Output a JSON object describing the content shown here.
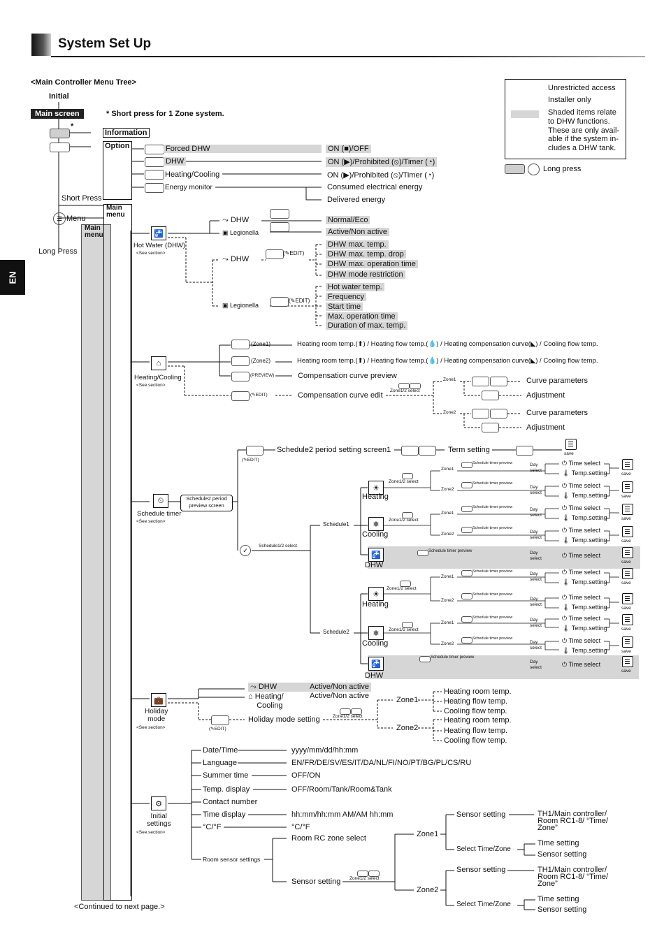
{
  "header": {
    "title": "System Set Up",
    "side_tab": "EN"
  },
  "menu_tree_title": "<Main  Controller Menu Tree>",
  "legend": {
    "unrestricted": "Unrestricted access",
    "installer": "Installer only",
    "shaded": [
      "Shaded items relate",
      "to DHW functions.",
      "These are only avail-",
      "able if the system in-",
      "cludes a DHW tank."
    ],
    "long_press": "Long   press"
  },
  "top": {
    "initial": "Initial",
    "main_screen": "Main screen",
    "short_press_note": "* Short press for 1 Zone system.",
    "star": "*",
    "information": "Information",
    "option": "Option",
    "short_press": "Short Press",
    "menu": "Menu",
    "long_press": "Long Press",
    "main_menu": "Main menu",
    "main_menu_l1": "Main",
    "main_menu_l2": "menu"
  },
  "option_items": [
    {
      "label": "Forced DHW",
      "result": "ON (■)/OFF"
    },
    {
      "label": "DHW",
      "result": "ON (▶)/Prohibited (⦸)/Timer (◔)"
    },
    {
      "label": "Heating/Cooling",
      "result": "ON (▶)/Prohibited (⦸)/Timer (◔)"
    },
    {
      "label": "Energy monitor",
      "result1": "Consumed electrical energy",
      "result2": "Delivered energy"
    }
  ],
  "hot_water": {
    "label": "Hot Water (DHW)",
    "see": "<See    section>",
    "dhw": "DHW",
    "legionella": "Legionella",
    "edit": "EDIT",
    "dhw_mode": "Normal/Eco",
    "leg_mode": "Active/Non active",
    "dhw_edit_items": [
      "DHW max. temp.",
      "DHW max. temp. drop",
      "DHW max. operation time",
      "DHW mode restriction"
    ],
    "leg_edit_items": [
      "Hot water temp.",
      "Frequency",
      "Start time",
      "Max. operation time",
      "Duration of max. temp."
    ]
  },
  "heating_cooling": {
    "label": "Heating/Cooling",
    "see": "<See    section>",
    "zone1": "(Zone1)",
    "zone2": "(Zone2)",
    "preview": "(PREVIEW)",
    "edit": "EDIT",
    "zone_line": "Heating room temp.(⬆) / Heating flow temp.(💧) / Heating compensation curve(◣) / Cooling flow temp.",
    "comp_preview": "Compensation curve preview",
    "comp_edit": "Compensation curve edit",
    "zone12_select": "Zone1/2 select",
    "z1": "Zone1",
    "z2": "Zone2",
    "curve_params": "Curve parameters",
    "adjustment": "Adjustment"
  },
  "schedule": {
    "label": "Schedule timer",
    "see": "<See    section>",
    "preview_screen_l1": "Schedule2 period",
    "preview_screen_l2": "preview screen",
    "period_setting": "Schedule2 period setting screen1",
    "term_setting": "Term setting",
    "edit": "EDIT",
    "save": "save",
    "select12": "Schedule1/2 select",
    "schedule1": "Schedule1",
    "schedule2": "Schedule2",
    "heating": "Heating",
    "cooling": "Cooling",
    "dhw": "DHW",
    "zone12_select": "Zone1/2 select",
    "zone1": "Zone1",
    "zone2": "Zone2",
    "timer_preview": "Schedule timer preview",
    "day": "Day",
    "select": "select",
    "time_select": "Time select",
    "temp_setting": "Temp.setting"
  },
  "holiday": {
    "label_l1": "Holiday",
    "label_l2": "mode",
    "see": "<See    section>",
    "dhw": "DHW",
    "hc_l1": "Heating/",
    "hc_l2": "Cooling",
    "active": "Active/Non active",
    "mode_setting": "Holiday mode setting",
    "edit": "EDIT",
    "zone12_select": "Zone1/2 select",
    "zone1": "Zone1",
    "zone2": "Zone2",
    "items": [
      "Heating room temp.",
      "Heating flow temp.",
      "Cooling flow temp."
    ]
  },
  "initial_settings": {
    "label_l1": "Initial",
    "label_l2": "settings",
    "see": "<See    section>",
    "rows": [
      {
        "label": "Date/Time",
        "value": "yyyy/mm/dd/hh:mm"
      },
      {
        "label": "Language",
        "value": "EN/FR/DE/SV/ES/IT/DA/NL/FI/NO/PT/BG/PL/CS/RU"
      },
      {
        "label": "Summer time",
        "value": "OFF/ON"
      },
      {
        "label": "Temp. display",
        "value": "OFF/Room/Tank/Room&Tank"
      },
      {
        "label": "Contact number",
        "value": ""
      },
      {
        "label": "Time display",
        "value": "hh:mm/hh:mm AM/AM hh:mm"
      },
      {
        "label": "°C/°F",
        "value": "°C/°F"
      }
    ],
    "room_sensor": "Room sensor settings",
    "room_rc": "Room RC zone select",
    "sensor_setting": "Sensor setting",
    "zone12_select": "Zone1/2 select",
    "zone1": "Zone1",
    "zone2": "Zone2",
    "sensor_setting2": "Sensor setting",
    "th1_l1": "TH1/Main controller/",
    "th1_l2": "Room RC1-8/ “Time/",
    "th1_l3": "Zone”",
    "select_time_zone": "Select Time/Zone",
    "time_setting": "Time setting"
  },
  "footer": "<Continued to next page.>"
}
